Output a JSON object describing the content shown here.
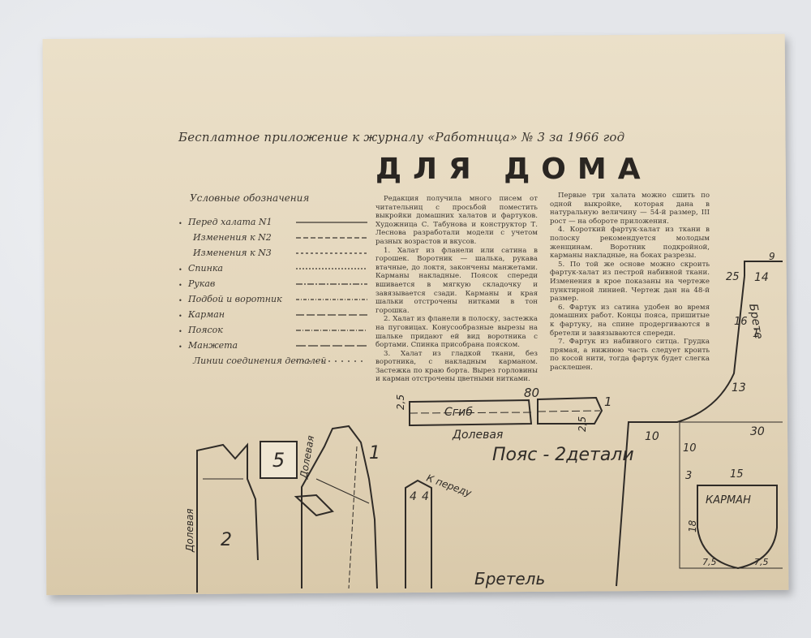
{
  "header": {
    "supplement_line": "Бесплатное приложение к журналу «Работница» № 3 за 1966 год",
    "title": "ДЛЯ ДОМА"
  },
  "legend": {
    "title": "Условные обозначения",
    "items": [
      {
        "label": "Перед халата N1",
        "bullet": true
      },
      {
        "label": "Изменения к N2",
        "bullet": false
      },
      {
        "label": "Изменения к N3",
        "bullet": false
      },
      {
        "label": "Спинка",
        "bullet": true
      },
      {
        "label": "Рукав",
        "bullet": true
      },
      {
        "label": "Подбой и воротник",
        "bullet": true
      },
      {
        "label": "Карман",
        "bullet": true
      },
      {
        "label": "Поясок",
        "bullet": true
      },
      {
        "label": "Манжета",
        "bullet": true
      },
      {
        "label": "Линии соединения деталей",
        "bullet": false
      }
    ]
  },
  "article": {
    "col1": [
      "Редакция получила много писем от читательниц с просьбой поместить выкройки домашних халатов и фартуков. Художница С. Табунова и конструктор Т. Леснова разработали модели с учетом разных возрастов и вкусов.",
      "1. Халат из фланели или сатина в горошек. Воротник — шалька, рукава втачные, до локтя, закончены манжетами. Карманы накладные. Поясок спереди вшивается в мягкую складочку и завязывается сзади. Карманы и края шальки отстрочены нитками в тон горошка.",
      "2. Халат из фланели в полоску, застежка на пуговицах. Конусообразные вырезы на шальке придают ей вид воротника с бортами. Спинка присобрана пояском.",
      "3. Халат из гладкой ткани, без воротника, с накладным карманом. Застежка по краю борта. Вырез горловины и карман отстрочены цветными нитками."
    ],
    "col2": [
      "Первые три халата можно сшить по одной выкройке, которая дана в натуральную величину — 54-й размер, III рост — на обороте приложения.",
      "4. Короткий фартук-халат из ткани в полоску рекомендуется молодым женщинам. Воротник подкройной, карманы накладные, на боках разрезы.",
      "5. По той же основе можно скроить фартук-халат из пестрой набивной ткани. Изменения в крое показаны на чертеже пунктирной линией. Чертеж дан на 48-й размер.",
      "6. Фартук из сатина удобен во время домашних работ. Концы пояса, пришитые к фартуку, на спине продергиваются в бретели и завязываются спереди.",
      "7. Фартук из набивного ситца. Грудка прямая, а нижнюю часть следует кроить по косой нити, тогда фартук будет слегка расклешен."
    ]
  },
  "pattern": {
    "belt_fold": "Сгиб",
    "belt_grain": "Долевая",
    "belt_label": "Пояс - 2детали",
    "belt_length": "80",
    "belt_width": "2,5",
    "belt_number": "1",
    "strap_label": "Бретель",
    "strap_front": "К переду",
    "strap_widths": [
      "4",
      "4"
    ],
    "piece2": "2",
    "piece1": "1",
    "piece5": "5",
    "grain_left": "Долевая",
    "grain_mid": "Долевая",
    "pocket_label": "КАРМАН",
    "apron_numbers": [
      "25",
      "9",
      "14",
      "16",
      "1",
      "13",
      "10",
      "30",
      "10",
      "3",
      "15",
      "18",
      "7,5",
      "7,5"
    ],
    "bretel_label": "Брете"
  },
  "colors": {
    "paper": "#e6dac2",
    "ink": "#2f2b27",
    "background": "#e4e6ea"
  }
}
